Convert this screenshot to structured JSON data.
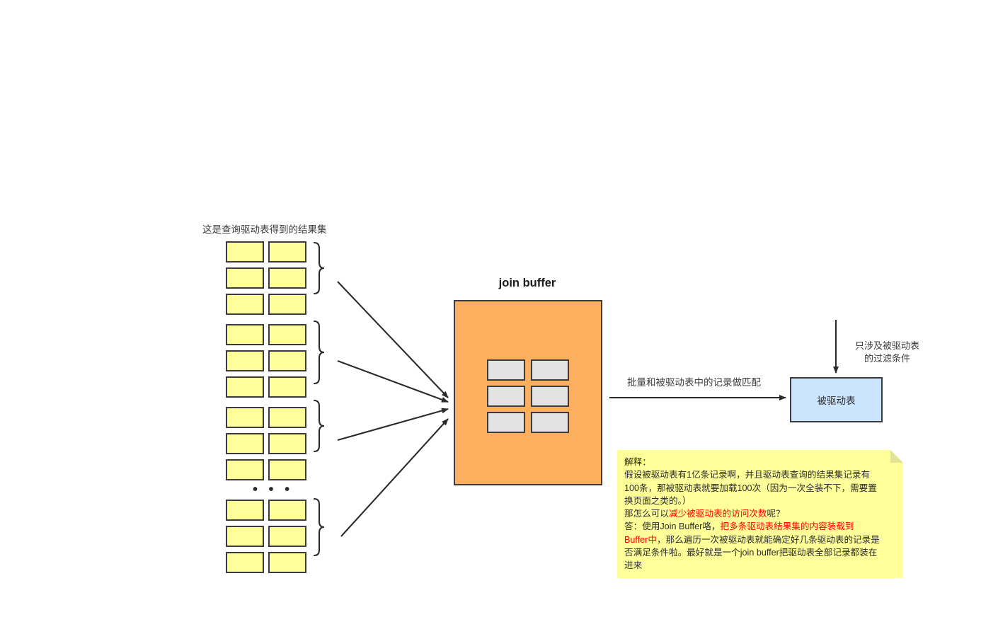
{
  "diagram": {
    "resultset": {
      "title": "这是查询驱动表得到的结果集",
      "ellipsis": "• • •",
      "groups": [
        {
          "rows": 3
        },
        {
          "rows": 3
        },
        {
          "rows": 3
        },
        {
          "rows": 3
        }
      ],
      "columns_per_row": 2,
      "cell_color": "#ffff99"
    },
    "join_buffer": {
      "title": "join buffer",
      "box_color": "#fcaf5f",
      "cell_color": "#e3e3e3",
      "cell_rows": 3,
      "cell_columns": 2
    },
    "match_arrow_label": "批量和被驱动表中的记录做匹配",
    "filter_arrow_label_line1": "只涉及被驱动表",
    "filter_arrow_label_line2": "的过滤条件",
    "driven_table": {
      "label": "被驱动表",
      "box_color": "#cce5ff"
    },
    "note": {
      "background": "#ffff99",
      "highlight_color": "#ff0000",
      "line1": "解释：",
      "line2": "假设被驱动表有1亿条记录啊，并且驱动表查询的结果集记录有",
      "line3": "100条，那被驱动表就要加载100次（因为一次全装不下，需要置",
      "line4": "换页面之类的。）",
      "line5_prefix": "那怎么可以",
      "line5_highlight": "减少被驱动表的访问次数",
      "line5_suffix": "呢？",
      "line6_prefix": "答：使用Join Buffer咯，",
      "line6_highlight": "把多条驱动表结果集的内容装载到",
      "line7_highlight": "Buffer中",
      "line7_suffix": "，那么遍历一次被驱动表就能确定好几条驱动表的记录是",
      "line8": "否满足条件啦。最好就是一个join buffer把驱动表全部记录都装在",
      "line9": "进来"
    }
  }
}
